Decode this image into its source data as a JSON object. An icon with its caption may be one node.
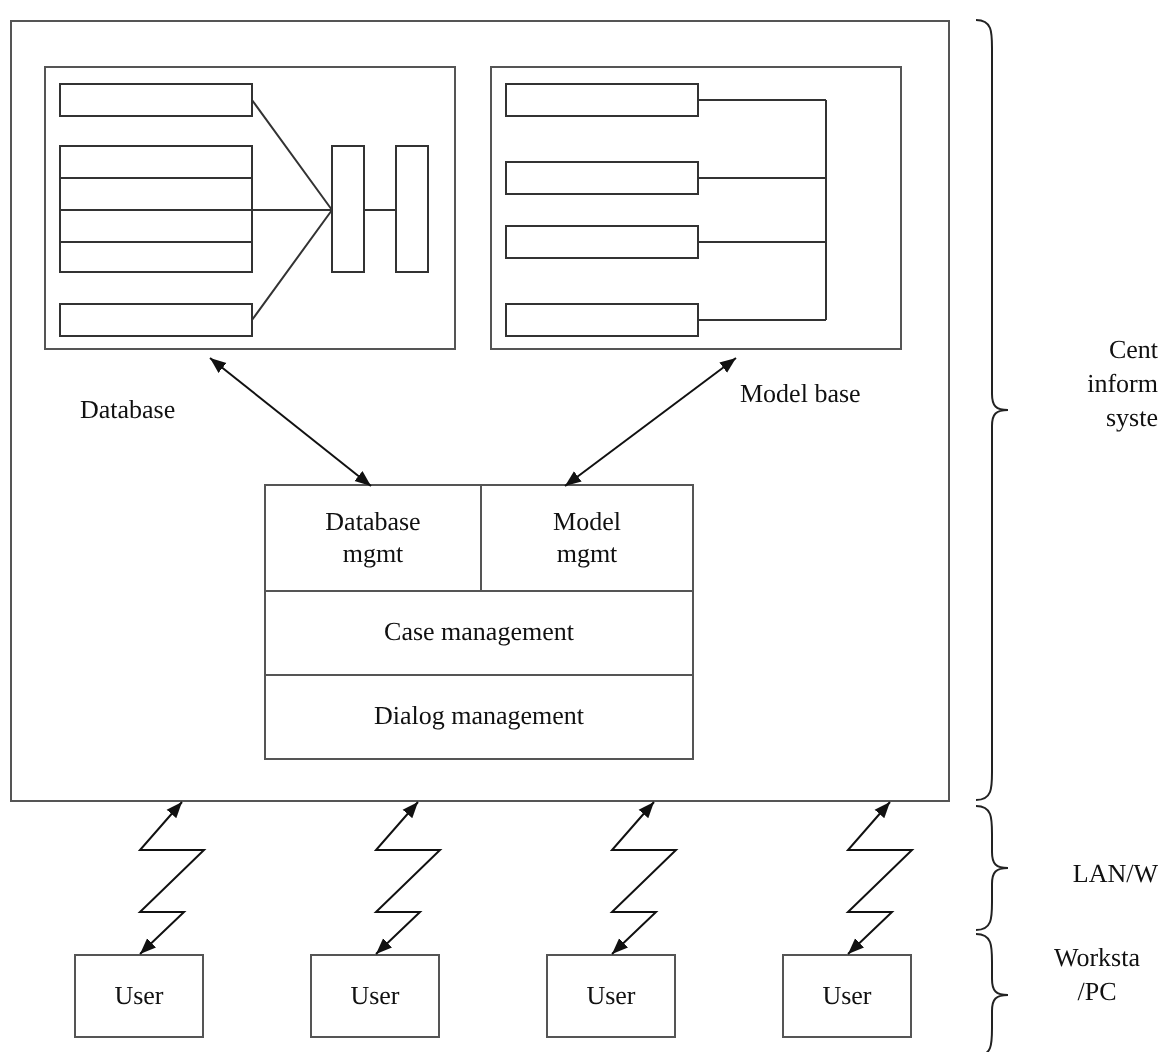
{
  "diagram": {
    "nodes": [
      {
        "text": [],
        "shape": "box"
      },
      {
        "text": [],
        "shape": "box",
        "beside": [
          "Database"
        ],
        "in": 0
      },
      {
        "text": [],
        "shape": "box",
        "beside": [
          "Model base"
        ],
        "in": 0
      },
      {
        "text": [],
        "shape": "box",
        "in": 0
      },
      {
        "text": [
          "Database mgmt"
        ],
        "in": 3
      },
      {
        "text": [
          "Model mgmt"
        ],
        "in": 3
      },
      {
        "text": [
          "Case management"
        ],
        "in": 3
      },
      {
        "text": [
          "Dialog management"
        ],
        "in": 3
      },
      {
        "text": [
          "User"
        ]
      },
      {
        "text": [
          "User"
        ]
      },
      {
        "text": [
          "User"
        ]
      },
      {
        "text": [
          "User"
        ]
      }
    ],
    "edges": [
      {
        "from": 1,
        "to": 4,
        "arrow": "both"
      },
      {
        "from": 2,
        "to": 5,
        "arrow": "both"
      },
      {
        "from": 8,
        "to": 0,
        "arrow": "both"
      },
      {
        "from": 9,
        "to": 0,
        "arrow": "both"
      },
      {
        "from": 10,
        "to": 0,
        "arrow": "both"
      },
      {
        "from": 11,
        "to": 0,
        "arrow": "both"
      }
    ],
    "labels": [
      "Cent inform syste",
      "LAN/W",
      "Worksta /PC"
    ]
  }
}
